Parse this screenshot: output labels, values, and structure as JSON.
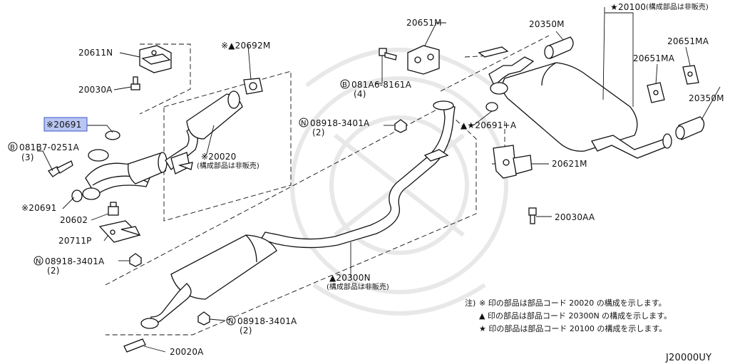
{
  "callouts": {
    "c20611N": "20611N",
    "c20030A": "20030A",
    "c20692M": "※▲20692M",
    "c20691_hl": "※20691",
    "c081B7": "081B7-0251A",
    "c081B7_qty": "(3)",
    "c20020": "※20020",
    "c20020_sub": "(構成部品は非販売)",
    "c20691": "※20691",
    "c20602": "20602",
    "c20711P": "20711P",
    "c08918a": "08918-3401A",
    "c08918a_qty": "(2)",
    "c20651M": "20651M",
    "c081A6": "081A6-8161A",
    "c081A6_qty": "(4)",
    "c08918b": "08918-3401A",
    "c08918b_qty": "(2)",
    "c20691A": "▲★20691+A",
    "c20300N": "▲20300N",
    "c20300N_sub": "(構成部品は非販売)",
    "c08918c": "08918-3401A",
    "c08918c_qty": "(2)",
    "c20020A": "20020A",
    "c20100": "★20100",
    "c20100_sub": "(構成部品は非販売)",
    "c20350M_top": "20350M",
    "c20651MA_a": "20651MA",
    "c20651MA_b": "20651MA",
    "c20350M_r": "20350M",
    "c20621M": "20621M",
    "c20030AA": "20030AA"
  },
  "prefix": {
    "bolt": "B",
    "nut": "N"
  },
  "notes": {
    "lead": "注)",
    "line1": "※ 印の部品は部品コード 20020 の構成を示します。",
    "line2": "▲ 印の部品は部品コード 20300N の構成を示します。",
    "line3": "★ 印の部品は部品コード 20100 の構成を示します。"
  },
  "diagram_id": "J20000UY",
  "colors": {
    "highlight_fill": "#b9c6f2",
    "highlight_stroke": "#3d56c9",
    "ink": "#111111"
  }
}
